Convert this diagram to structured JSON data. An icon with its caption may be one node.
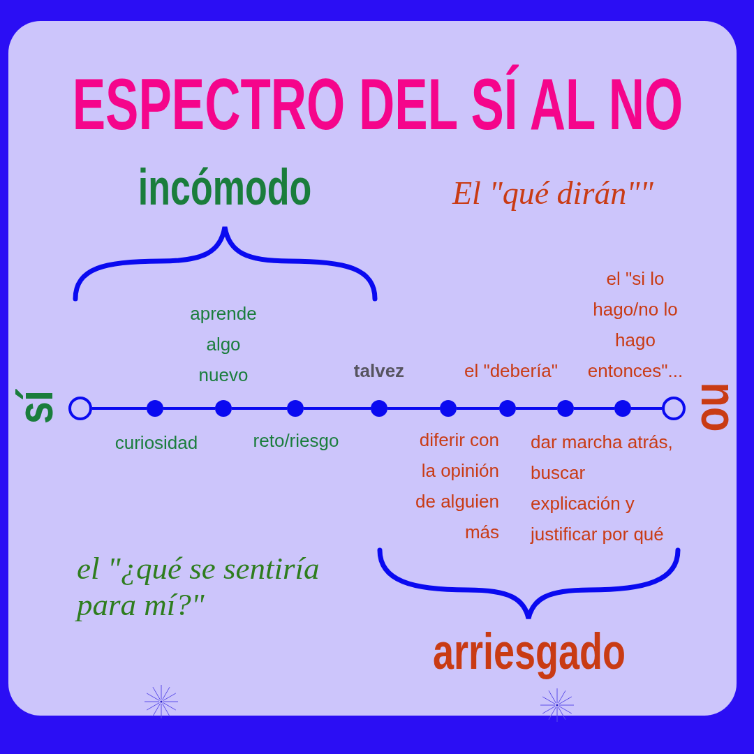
{
  "diagram": {
    "title": "ESPECTRO DEL SÍ AL NO",
    "nodes": [
      {
        "text": [],
        "shape": "circle",
        "beside": [
          "sí"
        ]
      },
      {
        "text": [],
        "shape": "circle",
        "beside": [
          "curiosidad"
        ]
      },
      {
        "text": [],
        "shape": "circle",
        "beside": [
          "aprende algo nuevo"
        ]
      },
      {
        "text": [],
        "shape": "circle",
        "beside": [
          "reto/riesgo"
        ]
      },
      {
        "text": [],
        "shape": "circle",
        "beside": [
          "talvez"
        ]
      },
      {
        "text": [],
        "shape": "circle",
        "beside": [
          "diferir con la opinión de alguien más"
        ]
      },
      {
        "text": [],
        "shape": "circle",
        "beside": [
          "el \"debería\""
        ]
      },
      {
        "text": [],
        "shape": "circle",
        "beside": [
          "dar marcha atrás, buscar explicación y justificar por qué"
        ]
      },
      {
        "text": [],
        "shape": "circle",
        "beside": [
          "el \"si lo hago/no lo hago entonces\"..."
        ]
      },
      {
        "text": [],
        "shape": "circle",
        "beside": [
          "no"
        ]
      }
    ],
    "edges": [
      {
        "from": 0,
        "to": 1,
        "arrow": "none"
      },
      {
        "from": 1,
        "to": 2,
        "arrow": "none"
      },
      {
        "from": 2,
        "to": 3,
        "arrow": "none"
      },
      {
        "from": 3,
        "to": 4,
        "arrow": "none"
      },
      {
        "from": 4,
        "to": 5,
        "arrow": "none"
      },
      {
        "from": 5,
        "to": 6,
        "arrow": "none"
      },
      {
        "from": 6,
        "to": 7,
        "arrow": "none"
      },
      {
        "from": 7,
        "to": 8,
        "arrow": "none"
      },
      {
        "from": 8,
        "to": 9,
        "arrow": "none"
      }
    ],
    "labels": [
      "incómodo",
      "El \"qué dirán\"\"",
      "el \"¿qué se sentiría para mí?\"",
      "arriesgado"
    ]
  }
}
